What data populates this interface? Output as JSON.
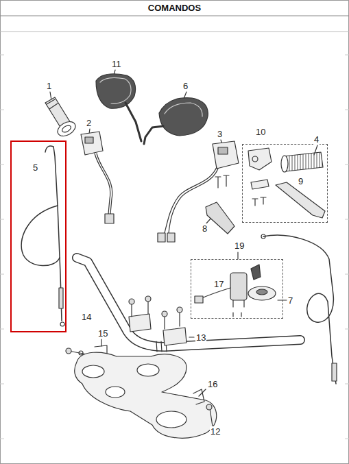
{
  "diagram": {
    "title": "COMANDOS",
    "nodes": [
      {
        "text": [
          "5"
        ]
      },
      {
        "text": [
          "10",
          "9"
        ]
      },
      {
        "text": [
          "19",
          "17"
        ]
      }
    ],
    "edges": [],
    "labels": [
      "1",
      "11",
      "6",
      "2",
      "3",
      "4",
      "8",
      "7",
      "14",
      "13",
      "15",
      "16",
      "12"
    ]
  }
}
